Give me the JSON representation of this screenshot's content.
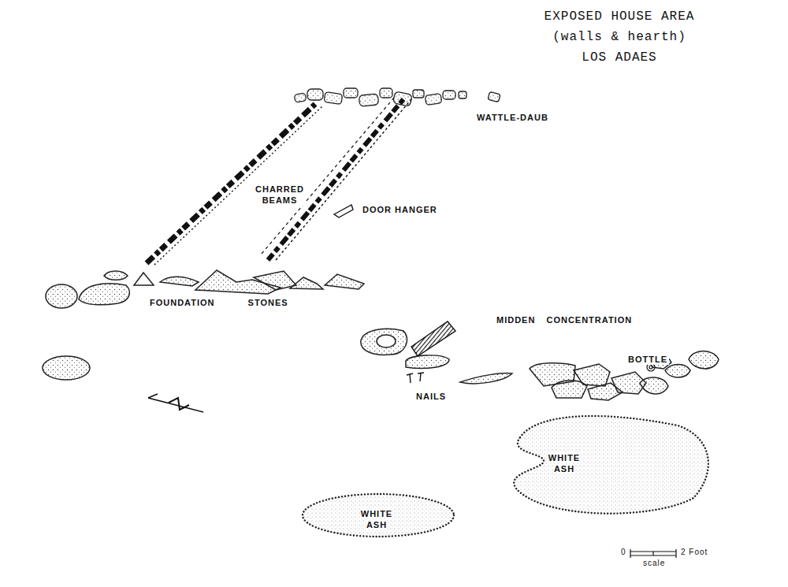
{
  "diagram": {
    "title": "EXPOSED HOUSE AREA (walls & hearth) LOS ADAES",
    "labels": [
      "WATTLE-DAUB",
      "CHARRED BEAMS",
      "DOOR HANGER",
      "FOUNDATION STONES",
      "MIDDEN CONCENTRATION",
      "BOTTLE",
      "NAILS",
      "WHITE ASH",
      "WHITE ASH",
      "0",
      "2 Foot",
      "scale"
    ]
  }
}
